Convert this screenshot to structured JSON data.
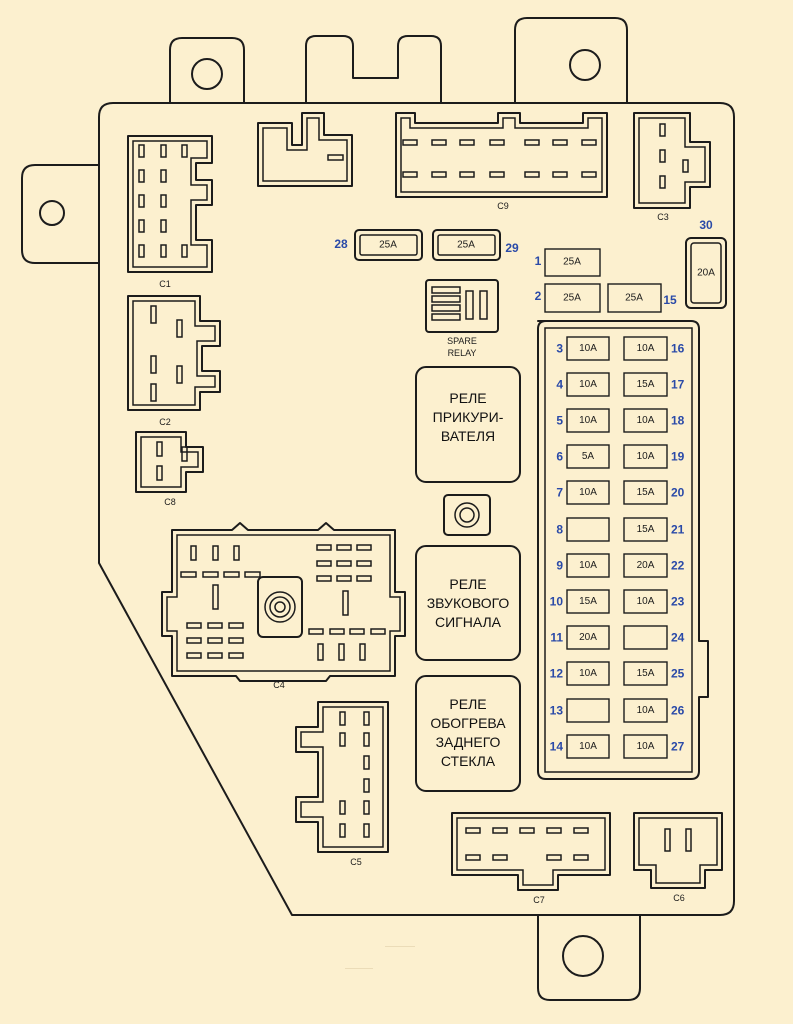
{
  "connectors": [
    "C1",
    "C2",
    "C3",
    "C4",
    "C5",
    "C6",
    "C7",
    "C8",
    "C9"
  ],
  "spare_relay": [
    "SPARE",
    "RELAY"
  ],
  "relays": {
    "lighter": [
      "РЕЛЕ",
      "ПРИКУРИ-",
      "ВАТЕЛЯ"
    ],
    "horn": [
      "РЕЛЕ",
      "ЗВУКОВОГО",
      "СИГНАЛА"
    ],
    "defogger": [
      "РЕЛЕ",
      "ОБОГРЕВА",
      "ЗАДНЕГО",
      "СТЕКЛА"
    ]
  },
  "fuses_top": [
    {
      "num": "28",
      "rating": "25A"
    },
    {
      "num": "29",
      "rating": "25A"
    },
    {
      "num": "30",
      "rating": "20A"
    },
    {
      "num": "1",
      "rating": "25A"
    },
    {
      "num": "2",
      "rating": "25A"
    },
    {
      "num": "15",
      "rating": "25A"
    }
  ],
  "fuses_left": [
    {
      "num": "3",
      "rating": "10A"
    },
    {
      "num": "4",
      "rating": "10A"
    },
    {
      "num": "5",
      "rating": "10A"
    },
    {
      "num": "6",
      "rating": "5A"
    },
    {
      "num": "7",
      "rating": "10A"
    },
    {
      "num": "8",
      "rating": ""
    },
    {
      "num": "9",
      "rating": "10A"
    },
    {
      "num": "10",
      "rating": "15A"
    },
    {
      "num": "11",
      "rating": "20A"
    },
    {
      "num": "12",
      "rating": "10A"
    },
    {
      "num": "13",
      "rating": ""
    },
    {
      "num": "14",
      "rating": "10A"
    }
  ],
  "fuses_right": [
    {
      "num": "16",
      "rating": "10A"
    },
    {
      "num": "17",
      "rating": "15A"
    },
    {
      "num": "18",
      "rating": "10A"
    },
    {
      "num": "19",
      "rating": "10A"
    },
    {
      "num": "20",
      "rating": "15A"
    },
    {
      "num": "21",
      "rating": "15A"
    },
    {
      "num": "22",
      "rating": "20A"
    },
    {
      "num": "23",
      "rating": "10A"
    },
    {
      "num": "24",
      "rating": ""
    },
    {
      "num": "25",
      "rating": "15A"
    },
    {
      "num": "26",
      "rating": "10A"
    },
    {
      "num": "27",
      "rating": "10A"
    }
  ]
}
